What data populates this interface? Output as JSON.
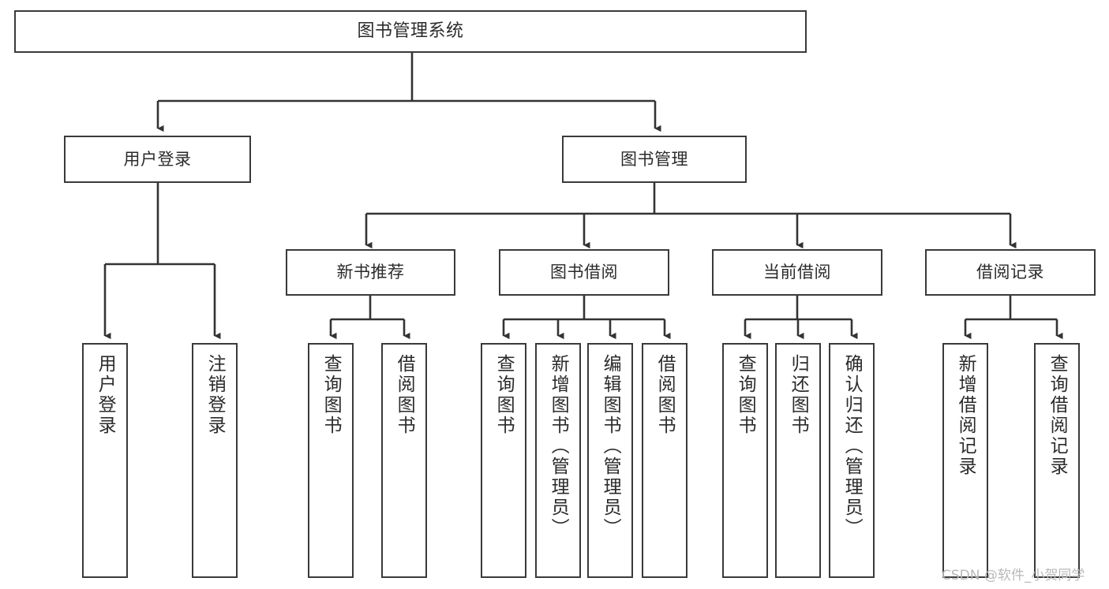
{
  "diagram": {
    "title": "图书管理系统",
    "type": "tree",
    "orientation": "top-down",
    "colors": {
      "node_border": "#3a3a3a",
      "node_fill": "#ffffff",
      "edge": "#333333",
      "text": "#2b2b2b",
      "background": "#ffffff",
      "watermark": "#b9b9b9"
    },
    "nodes": {
      "root": {
        "label": "图书管理系统"
      },
      "level1": [
        {
          "id": "user-login",
          "label": "用户登录"
        },
        {
          "id": "book-manage",
          "label": "图书管理"
        }
      ],
      "level2": [
        {
          "id": "new-book-recommend",
          "label": "新书推荐"
        },
        {
          "id": "book-borrow",
          "label": "图书借阅"
        },
        {
          "id": "current-borrow",
          "label": "当前借阅"
        },
        {
          "id": "borrow-record",
          "label": "借阅记录"
        }
      ],
      "leaves": [
        {
          "id": "leaf-user-login",
          "parent": "user-login",
          "label": "用户登录"
        },
        {
          "id": "leaf-logout-login",
          "parent": "user-login",
          "label": "注销登录"
        },
        {
          "id": "leaf-query-book-1",
          "parent": "new-book-recommend",
          "label": "查询图书"
        },
        {
          "id": "leaf-borrow-book-1",
          "parent": "new-book-recommend",
          "label": "借阅图书"
        },
        {
          "id": "leaf-query-book-2",
          "parent": "book-borrow",
          "label": "查询图书"
        },
        {
          "id": "leaf-add-book",
          "parent": "book-borrow",
          "label": "新增图书（管理员）"
        },
        {
          "id": "leaf-edit-book",
          "parent": "book-borrow",
          "label": "编辑图书（管理员）"
        },
        {
          "id": "leaf-borrow-book-2",
          "parent": "book-borrow",
          "label": "借阅图书"
        },
        {
          "id": "leaf-query-book-3",
          "parent": "current-borrow",
          "label": "查询图书"
        },
        {
          "id": "leaf-return-book",
          "parent": "current-borrow",
          "label": "归还图书"
        },
        {
          "id": "leaf-confirm-return",
          "parent": "current-borrow",
          "label": "确认归还（管理员）"
        },
        {
          "id": "leaf-add-record",
          "parent": "borrow-record",
          "label": "新增借阅记录"
        },
        {
          "id": "leaf-query-record",
          "parent": "borrow-record",
          "label": "查询借阅记录"
        }
      ]
    },
    "watermark": "CSDN @软件_小贺同学"
  }
}
